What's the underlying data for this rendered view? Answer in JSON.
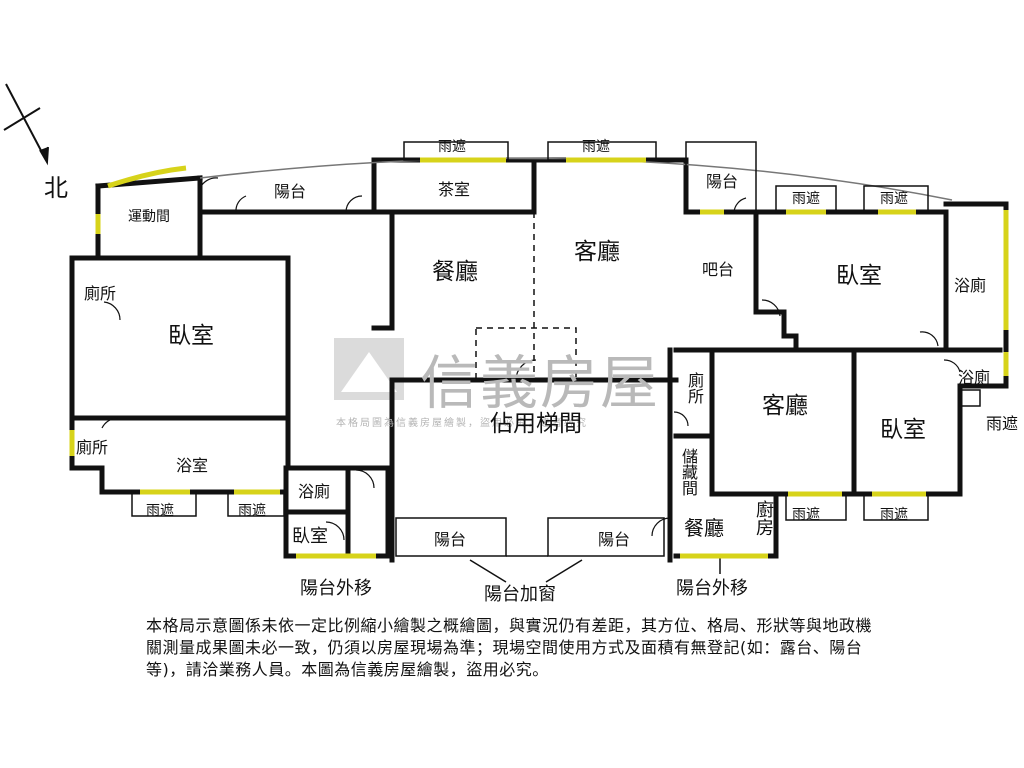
{
  "compass": {
    "north_label": "北"
  },
  "watermark": {
    "brand": "信義房屋",
    "subtitle": "本格局圖為信義房屋繪製，盜用必究，違者必究"
  },
  "rooms": {
    "exercise": "運動間",
    "balcony_top": "陽台",
    "awning_1": "雨遮",
    "awning_2": "雨遮",
    "tea_room": "茶室",
    "balcony_right_top": "陽台",
    "awning_3": "雨遮",
    "awning_4": "雨遮",
    "dining_main": "餐廳",
    "living_main": "客廳",
    "bar": "吧台",
    "bedroom_right_top": "臥室",
    "bath_right_top": "浴廁",
    "toilet_left": "廁所",
    "bedroom_left": "臥室",
    "shared_stair": "佔用梯間",
    "toilet_mid": "廁所",
    "bath_right_small": "浴廁",
    "awning_5": "雨遮",
    "living_right": "客廳",
    "bedroom_right": "臥室",
    "toilet_left_lower": "廁所",
    "bath_left": "浴室",
    "storage": "儲藏間",
    "bath_lower": "浴廁",
    "bedroom_lower": "臥室",
    "dining_right": "餐廳",
    "kitchen": "廚房",
    "awning_6": "雨遮",
    "awning_7": "雨遮",
    "awning_8": "雨遮",
    "awning_9": "雨遮",
    "balcony_low_left": "陽台",
    "balcony_low_right": "陽台"
  },
  "annotations": {
    "balcony_moved_left": "陽台外移",
    "balcony_enclosed": "陽台加窗",
    "balcony_moved_right": "陽台外移"
  },
  "disclaimer": "本格局示意圖係未依一定比例縮小繪製之概繪圖，與實況仍有差距，其方位、格局、形狀等與地政機關測量成果圖未必一致，仍須以房屋現場為準；現場空間使用方式及面積有無登記(如：露台、陽台等)，請洽業務人員。本圖為信義房屋繪製，盜用必究。",
  "colors": {
    "wall": "#111111",
    "window": "#d7d31a",
    "watermark": "#bcbcbc"
  }
}
